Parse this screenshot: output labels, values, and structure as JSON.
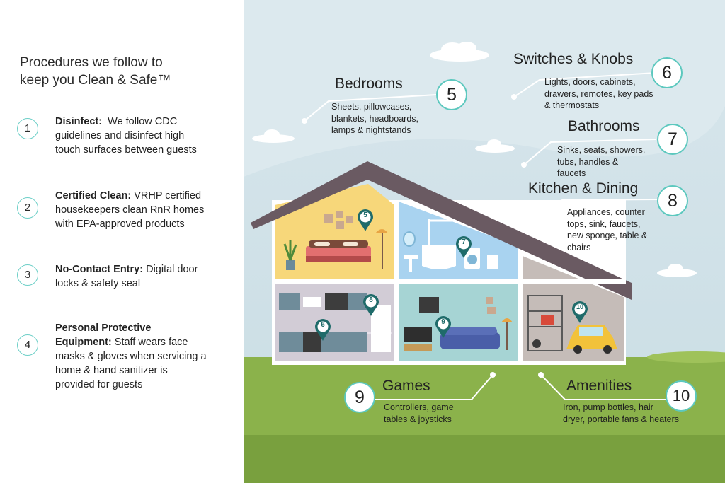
{
  "left_panel": {
    "title_lines": [
      "Procedures we follow to",
      "keep you Clean & Safe™"
    ],
    "procedures": [
      {
        "number": "1",
        "bold": "Disinfect:",
        "lines": [
          "We follow CDC",
          "guidelines and disinfect high",
          "touch surfaces between guests"
        ]
      },
      {
        "number": "2",
        "bold": "Certified Clean:",
        "lines": [
          "VRHP certified",
          "housekeepers clean RnR homes",
          "with EPA-approved products"
        ]
      },
      {
        "number": "3",
        "bold": "No-Contact Entry:",
        "lines": [
          "Digital door",
          "locks & safety seal"
        ]
      },
      {
        "number": "4",
        "bold_lines": [
          "Personal Protective",
          "Equipment:"
        ],
        "lines": [
          "Staff wears face",
          "masks & gloves when servicing a",
          "home & hand sanitizer is",
          "provided for guests"
        ]
      }
    ]
  },
  "callouts": {
    "bedrooms": {
      "number": "5",
      "title": "Bedrooms",
      "lines": [
        "Sheets, pillowcases,",
        "blankets, headboards,",
        "lamps & nightstands"
      ]
    },
    "switches": {
      "number": "6",
      "title": "Switches & Knobs",
      "lines": [
        "Lights, doors, cabinets,",
        "drawers, remotes, key pads",
        "& thermostats"
      ]
    },
    "bathrooms": {
      "number": "7",
      "title": "Bathrooms",
      "lines": [
        "Sinks, seats, showers,",
        "tubs, handles &",
        "faucets"
      ]
    },
    "kitchen": {
      "number": "8",
      "title": "Kitchen & Dining",
      "lines": [
        "Appliances, counter",
        "tops, sink, faucets,",
        "new sponge, table &",
        "chairs"
      ]
    },
    "games": {
      "number": "9",
      "title": "Games",
      "lines": [
        "Controllers, game",
        "tables & joysticks"
      ]
    },
    "amenities": {
      "number": "10",
      "title": "Amenities",
      "lines": [
        "Iron, pump bottles, hair",
        "dryer, portable fans & heaters"
      ]
    }
  },
  "pins": [
    "5",
    "7",
    "8",
    "6",
    "9",
    "10"
  ],
  "colors": {
    "accent_teal": "#5cc8be",
    "pin_teal": "#1f6b6a",
    "sky": "#d3e3e9",
    "grass": "#8bb24b",
    "grass_dark": "#79a03e",
    "roof": "#6a5a62",
    "bedroom_wall": "#f7d77a",
    "bathroom_wall": "#a9d3f0",
    "kitchen_wall": "#d2ccd6",
    "living_wall": "#a6d4d4",
    "garage_wall": "#c5bcb8"
  }
}
